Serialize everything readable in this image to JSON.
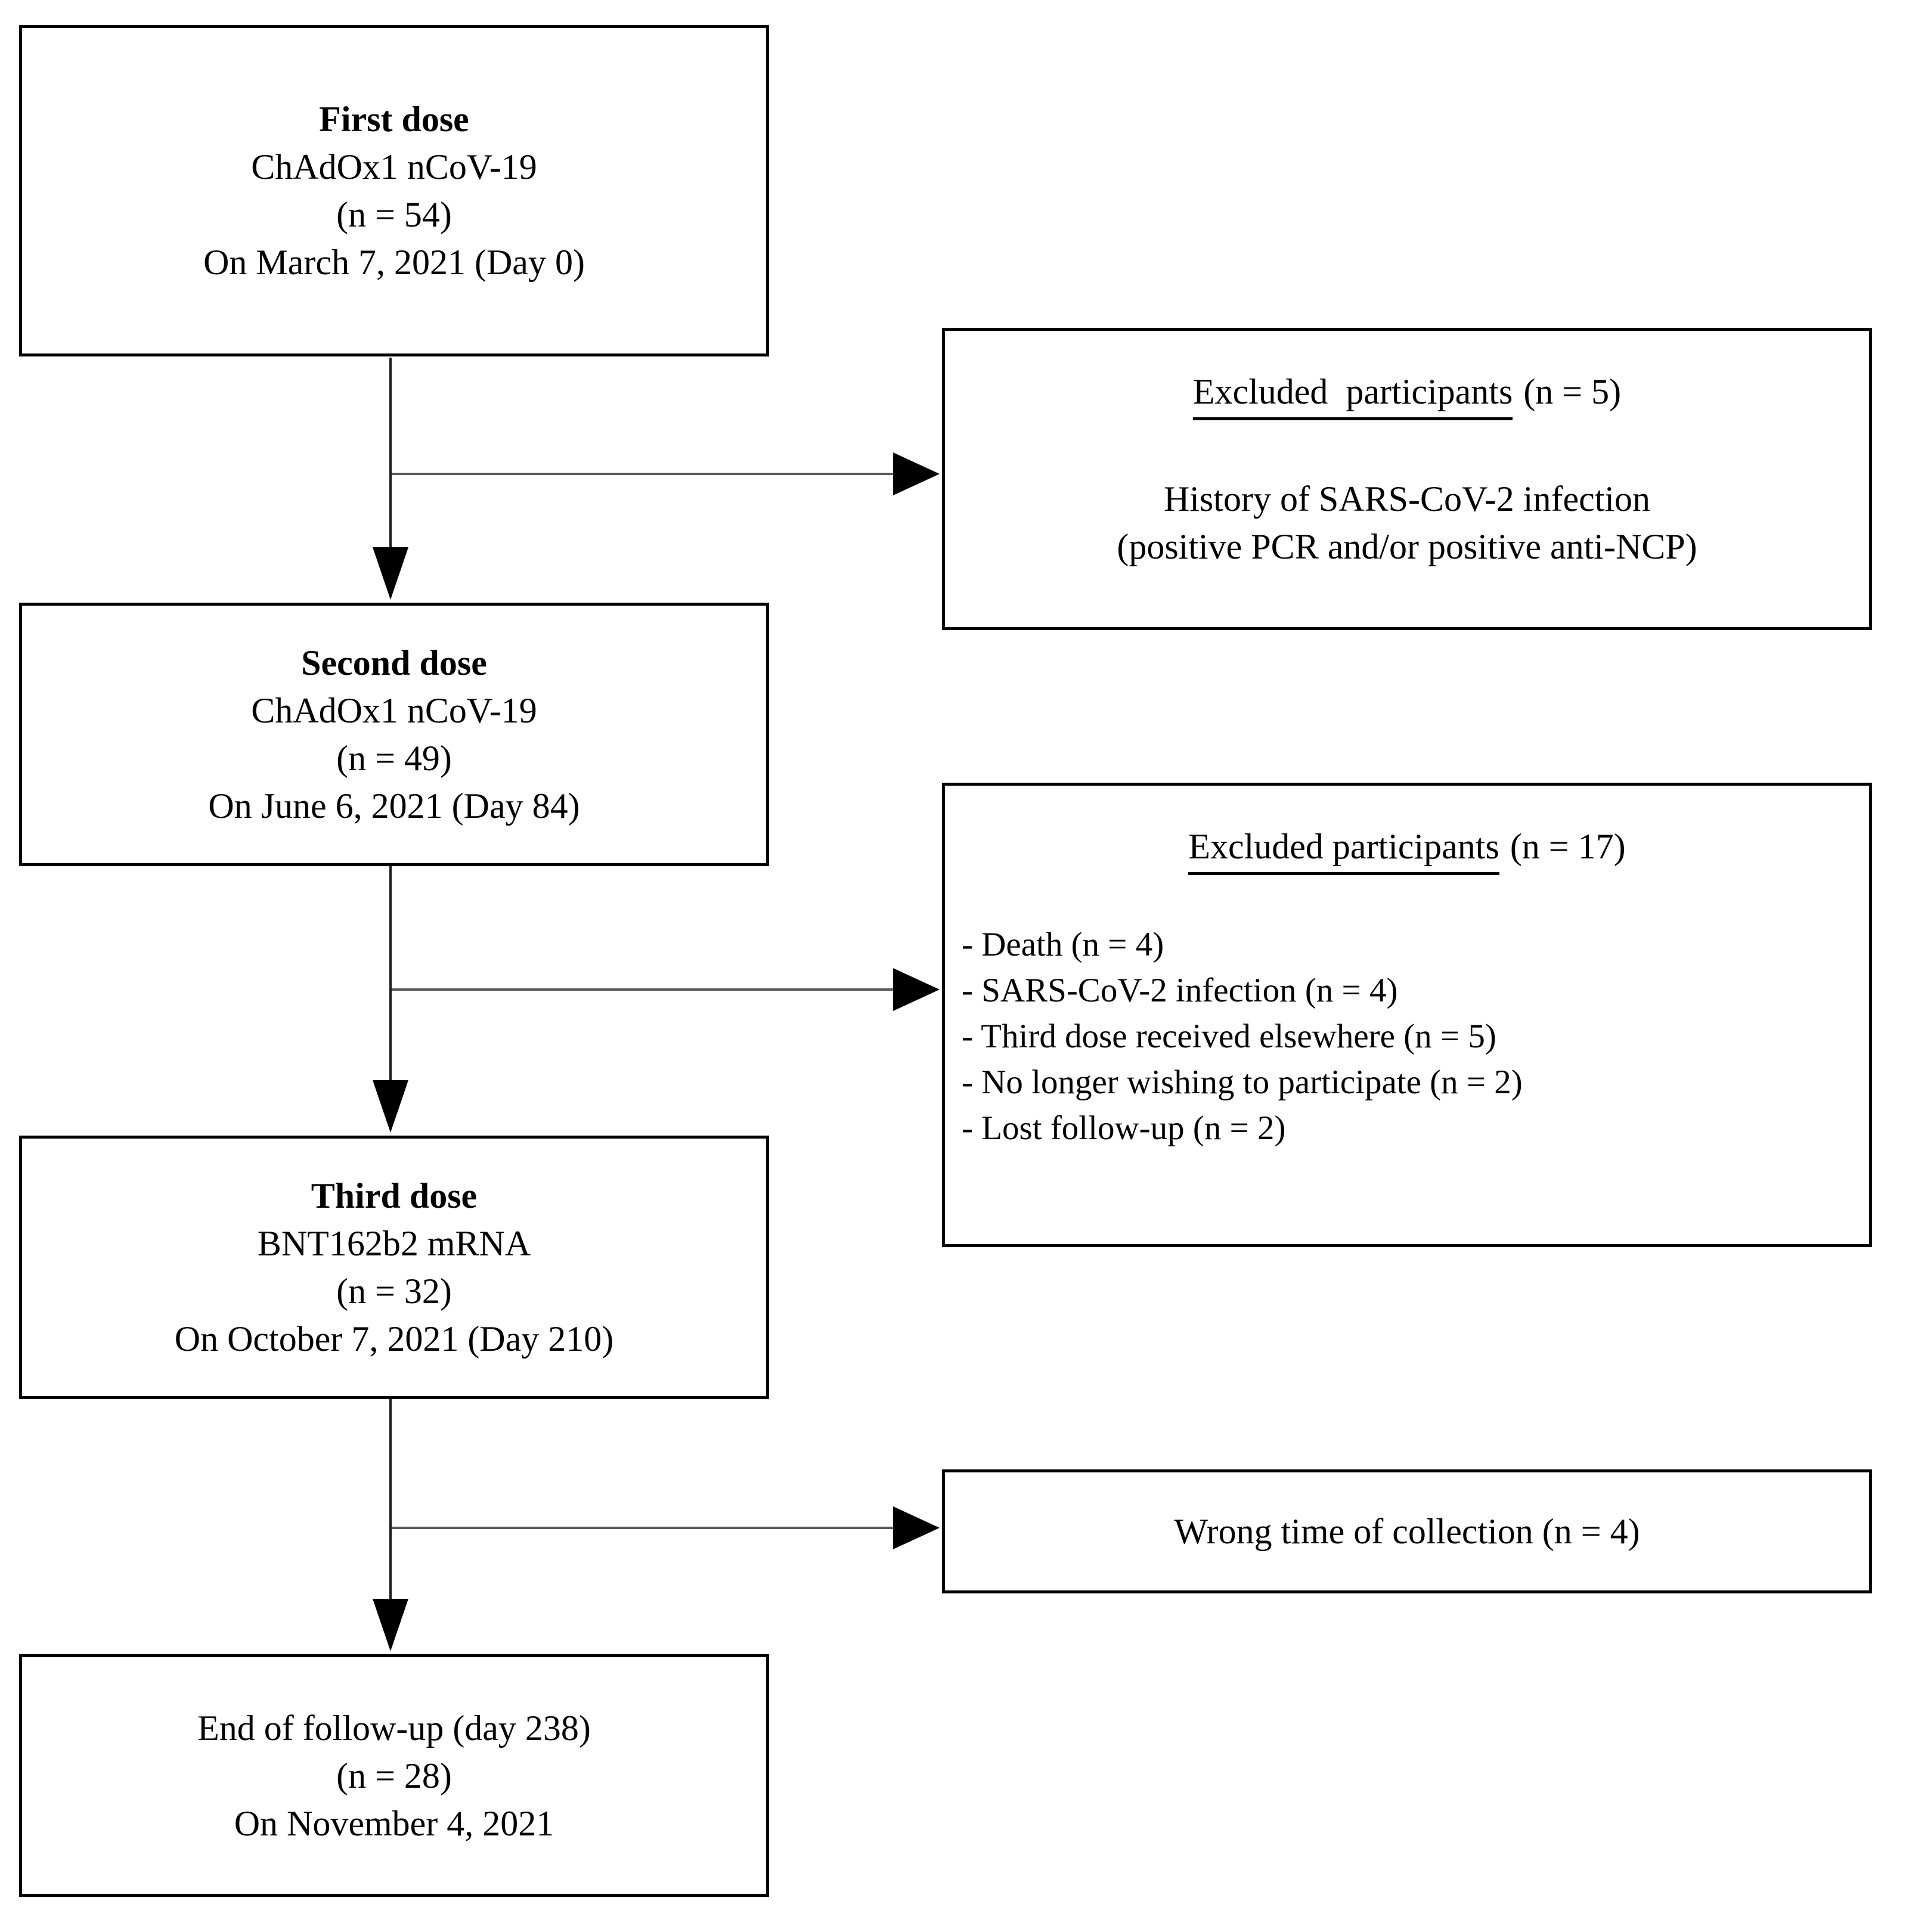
{
  "boxes": {
    "first_dose": {
      "title": "First dose",
      "vaccine": "ChAdOx1 nCoV-19",
      "n": "(n = 54)",
      "date": "On March 7, 2021 (Day 0)"
    },
    "excluded_1": {
      "title": "Excluded  participants",
      "count": "(n = 5)",
      "reason_line1": "History of SARS-CoV-2 infection",
      "reason_line2": "(positive PCR and/or positive anti-NCP)"
    },
    "second_dose": {
      "title": "Second dose",
      "vaccine": "ChAdOx1 nCoV-19",
      "n": "(n = 49)",
      "date": "On June 6, 2021 (Day 84)"
    },
    "excluded_2": {
      "title": "Excluded participants",
      "count": "(n = 17)",
      "items": [
        "- Death (n = 4)",
        "- SARS-CoV-2 infection (n = 4)",
        "- Third dose received elsewhere (n = 5)",
        "- No longer wishing to participate (n = 2)",
        "- Lost follow-up (n = 2)"
      ]
    },
    "third_dose": {
      "title": "Third dose",
      "vaccine": "BNT162b2 mRNA",
      "n": "(n = 32)",
      "date": "On October 7, 2021 (Day 210)"
    },
    "wrong_time": {
      "label": "Wrong time of collection (n = 4)"
    },
    "end_followup": {
      "line1": "End of follow-up (day 238)",
      "n": "(n = 28)",
      "date": "On November 4, 2021"
    }
  }
}
